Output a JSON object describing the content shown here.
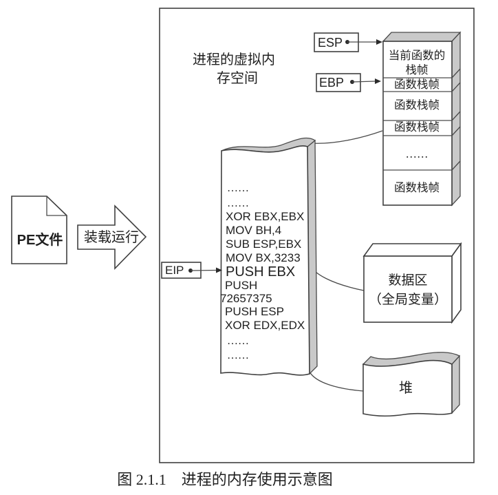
{
  "caption": "图 2.1.1　进程的内存使用示意图",
  "pe_file": {
    "label": "PE文件"
  },
  "load_arrow": {
    "label": "装载运行"
  },
  "memory": {
    "title1": "进程的虚拟内",
    "title2": "存空间"
  },
  "registers": {
    "esp": "ESP",
    "ebp": "EBP",
    "eip": "EIP"
  },
  "code": {
    "lines": [
      "……",
      "……",
      "XOR EBX,EBX",
      "MOV BH,4",
      "SUB ESP,EBX",
      "MOV BX,3233",
      "PUSH EBX",
      "PUSH",
      "72657375",
      "PUSH ESP",
      "XOR EDX,EDX",
      "……",
      "……"
    ]
  },
  "stack": {
    "sections": [
      {
        "line1": "当前函数的",
        "line2": "栈帧"
      },
      {
        "line1": "函数栈帧"
      },
      {
        "line1": "函数栈帧"
      },
      {
        "line1": "函数栈帧"
      },
      {
        "line1": "……"
      },
      {
        "line1": "函数栈帧"
      }
    ]
  },
  "data_area": {
    "line1": "数据区",
    "line2": "（全局变量）"
  },
  "heap": {
    "label": "堆"
  },
  "colors": {
    "line": "#3f3f3f",
    "shade": "#c9c9c9",
    "background": "#ffffff",
    "text": "#1f1f1f"
  }
}
